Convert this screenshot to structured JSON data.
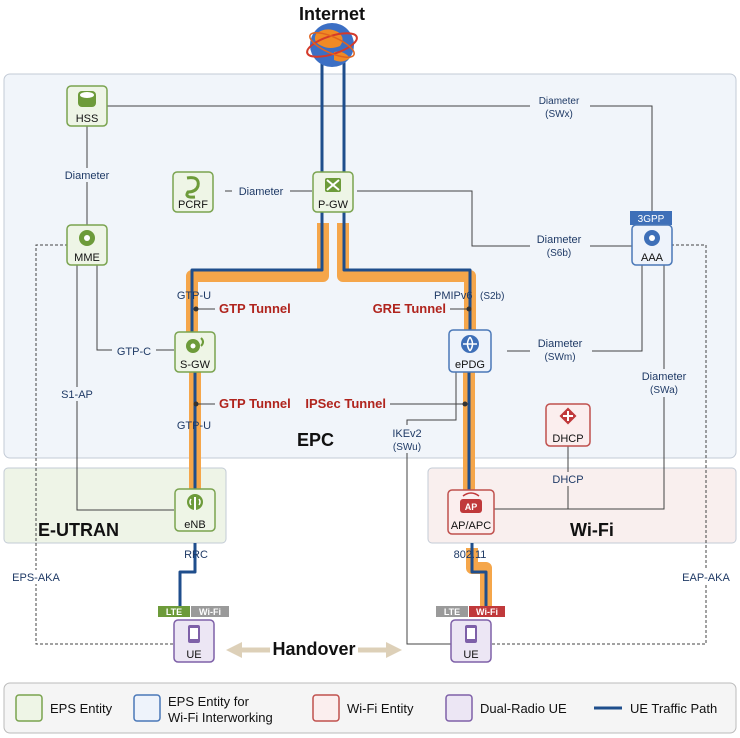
{
  "title": "Internet",
  "regions": {
    "epc": "EPC",
    "eutran": "E-UTRAN",
    "wifi": "Wi-Fi"
  },
  "nodes": {
    "hss": "HSS",
    "pcrf": "PCRF",
    "pgw": "P-GW",
    "mme": "MME",
    "aaa": "AAA",
    "aaa_badge": "3GPP",
    "sgw": "S-GW",
    "epdg": "ePDG",
    "enb": "eNB",
    "dhcp": "DHCP",
    "ap": "AP/APC",
    "ap_badge": "AP",
    "ue_left": "UE",
    "ue_right": "UE"
  },
  "radio_tags": {
    "lte": "LTE",
    "wifi": "Wi-Fi"
  },
  "links": {
    "diam_swx": "Diameter",
    "swx": "(SWx)",
    "diam_hss_mme": "Diameter",
    "diam_pcrf": "Diameter",
    "diam_s6b": "Diameter",
    "s6b": "(S6b)",
    "diam_swm": "Diameter",
    "swm": "(SWm)",
    "diam_swa": "Diameter",
    "swa": "(SWa)",
    "gtpu_top": "GTP-U",
    "gtpu_bottom": "GTP-U",
    "gtpc": "GTP-C",
    "s1ap": "S1-AP",
    "pmip": "PMIPv6",
    "s2b": "(S2b)",
    "ikev2": "IKEv2",
    "swu": "(SWu)",
    "dhcp_link": "DHCP",
    "rrc": "RRC",
    "wifi80211": "802.11",
    "eps_aka": "EPS-AKA",
    "eap_aka": "EAP-AKA"
  },
  "tunnels": {
    "gtp1": "GTP Tunnel",
    "gtp2": "GTP Tunnel",
    "gre": "GRE Tunnel",
    "ipsec": "IPSec Tunnel"
  },
  "handover": "Handover",
  "legend": [
    {
      "label": "EPS Entity",
      "color": "#eef5e6",
      "border": "#7aa34f"
    },
    {
      "label": "EPS Entity for Wi-Fi Interworking",
      "line1": "EPS Entity for",
      "line2": "Wi-Fi Interworking",
      "color": "#eef3fb",
      "border": "#4a78b8"
    },
    {
      "label": "Wi-Fi Entity",
      "color": "#fbeeee",
      "border": "#c0504d"
    },
    {
      "label": "Dual-Radio UE",
      "color": "#ece6f4",
      "border": "#7e60a8"
    },
    {
      "label": "UE Traffic Path",
      "color": "#1f4e8c"
    }
  ],
  "colors": {
    "green": "#6d9b3a",
    "blue": "#3e6fb8",
    "red": "#c0393b",
    "purple": "#7e60a8",
    "path": "#1f4e8c",
    "tunnel": "#f5a64a"
  }
}
